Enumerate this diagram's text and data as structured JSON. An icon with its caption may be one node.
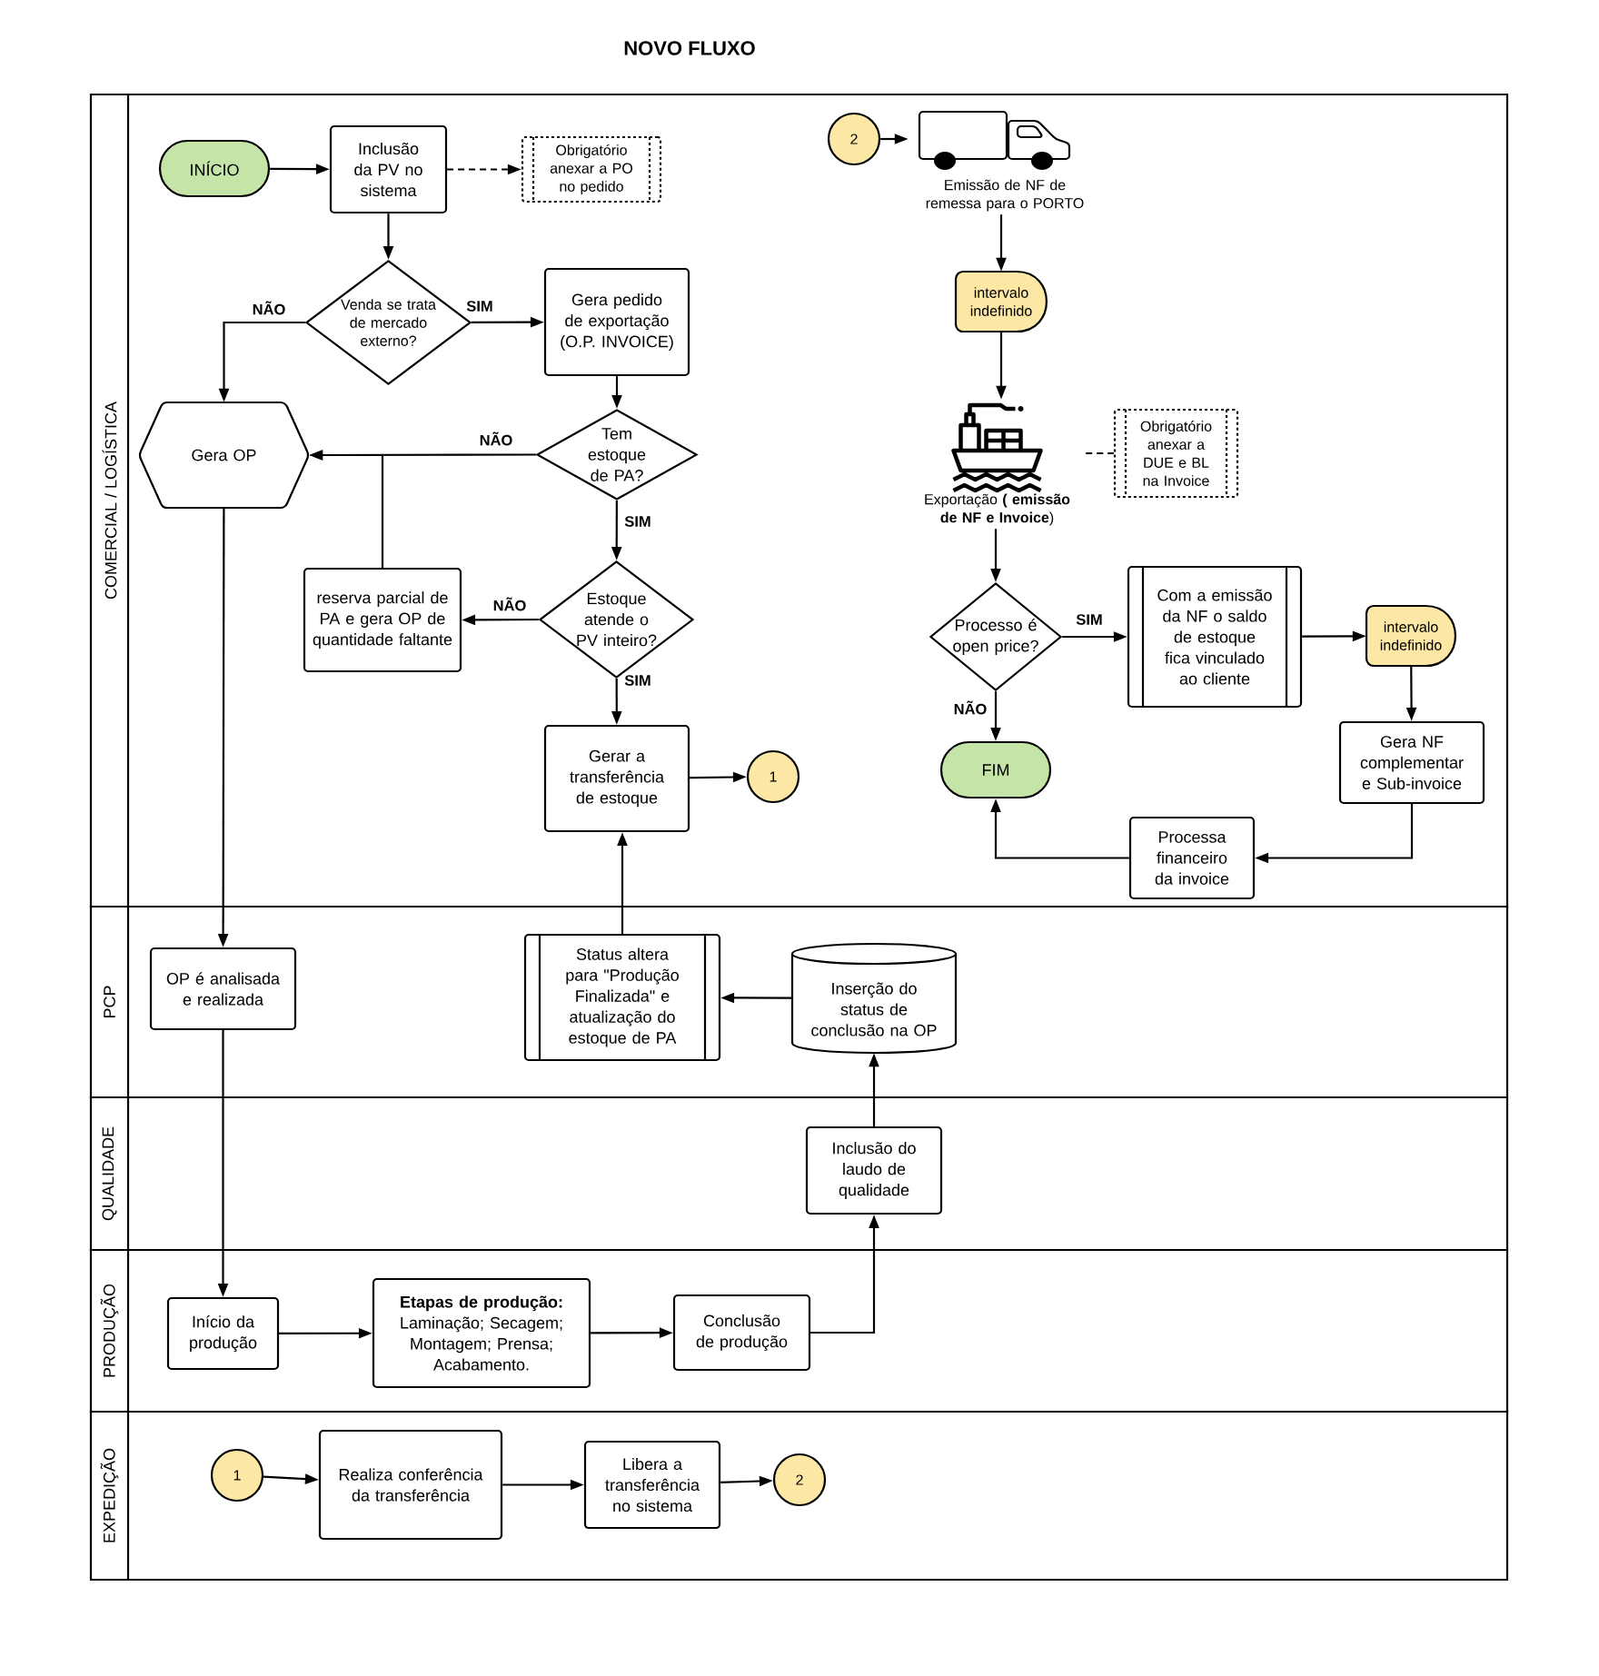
{
  "diagram": {
    "title": "NOVO FLUXO",
    "nodes": [
      {
        "text": [
          "COMERCIAL / LOGÍSTICA"
        ]
      },
      {
        "text": [
          "INÍCIO"
        ],
        "in": 0
      },
      {
        "text": [
          "Inclusão da PV no sistema"
        ],
        "in": 0
      },
      {
        "text": [
          "Obrigatório anexar a PO no pedido"
        ],
        "in": 0
      },
      {
        "text": [
          "Venda se trata de mercado externo?"
        ],
        "in": 0
      },
      {
        "text": [
          "Gera pedido de exportação (O.P. INVOICE)"
        ],
        "in": 0
      },
      {
        "text": [
          "Gera OP"
        ],
        "in": 0
      },
      {
        "text": [
          "Tem estoque de PA?"
        ],
        "in": 0
      },
      {
        "text": [
          "reserva parcial de PA e gera OP de quantidade faltante"
        ],
        "in": 0
      },
      {
        "text": [
          "Estoque atende o PV inteiro?"
        ],
        "in": 0
      },
      {
        "text": [
          "Gerar a transferência de estoque"
        ],
        "in": 0
      },
      {
        "text": [
          "1"
        ],
        "in": 0
      },
      {
        "text": [
          "2"
        ],
        "in": 0
      },
      {
        "text": [
          "Emissão de NF de remessa para o PORTO"
        ],
        "in": 0
      },
      {
        "text": [
          "intervalo indefinido"
        ],
        "in": 0
      },
      {
        "text": [
          "Exportação **( emissão de NF e Invoice**)"
        ],
        "in": 0
      },
      {
        "text": [
          "Obrigatório anexar a DUE e BL na Invoice"
        ],
        "in": 0
      },
      {
        "text": [
          "Processo é open price?"
        ],
        "in": 0
      },
      {
        "text": [
          "Com a emissão da NF o saldo de estoque fica vinculado ao cliente"
        ],
        "in": 0
      },
      {
        "text": [
          "intervalo indefinido"
        ],
        "in": 0
      },
      {
        "text": [
          "FIM"
        ],
        "in": 0
      },
      {
        "text": [
          "Gera NF complementar e Sub-invoice"
        ],
        "in": 0
      },
      {
        "text": [
          "Processa financeiro da invoice"
        ],
        "in": 0
      },
      {
        "text": [
          "PCP"
        ]
      },
      {
        "text": [
          "OP é analisada e realizada"
        ],
        "in": 23
      },
      {
        "text": [
          "Status altera para \"Produção Finalizada\" e atualização do estoque de PA"
        ],
        "in": 23
      },
      {
        "text": [
          "Inserção do status de conclusão na OP"
        ],
        "in": 23
      },
      {
        "text": [
          "QUALIDADE"
        ]
      },
      {
        "text": [
          "Inclusão do laudo de qualidade"
        ],
        "in": 27
      },
      {
        "text": [
          "PRODUÇÃO"
        ]
      },
      {
        "text": [
          "Início da produção"
        ],
        "in": 29
      },
      {
        "text": [
          "Etapas de produção:",
          "Laminação; Secagem; Montagem; Prensa; Acabamento."
        ],
        "in": 29
      },
      {
        "text": [
          "Conclusão de produção"
        ],
        "in": 29
      },
      {
        "text": [
          "EXPEDIÇÃO"
        ]
      },
      {
        "text": [
          "1"
        ],
        "in": 33
      },
      {
        "text": [
          "Realiza conferência da transferência"
        ],
        "in": 33
      },
      {
        "text": [
          "Libera a transferência no sistema"
        ],
        "in": 33
      },
      {
        "text": [
          "2"
        ],
        "in": 33
      }
    ],
    "edges": [
      {
        "from": 1,
        "to": 2,
        "arrow": "to"
      },
      {
        "from": 2,
        "to": 3,
        "arrow": "to",
        "style": "dashed"
      },
      {
        "from": 2,
        "to": 4,
        "arrow": "to"
      },
      {
        "from": 4,
        "to": 5,
        "arrow": "to",
        "label": "SIM"
      },
      {
        "from": 4,
        "to": 6,
        "arrow": "to",
        "label": "NÃO"
      },
      {
        "from": 5,
        "to": 7,
        "arrow": "to"
      },
      {
        "from": 7,
        "to": 6,
        "arrow": "to",
        "label": "NÃO"
      },
      {
        "from": 7,
        "to": 9,
        "arrow": "to",
        "label": "SIM"
      },
      {
        "from": 9,
        "to": 8,
        "arrow": "to",
        "label": "NÃO"
      },
      {
        "from": 8,
        "to": 6,
        "arrow": "to"
      },
      {
        "from": 9,
        "to": 10,
        "arrow": "to",
        "label": "SIM"
      },
      {
        "from": 10,
        "to": 11,
        "arrow": "to"
      },
      {
        "from": 6,
        "to": 24,
        "arrow": "to"
      },
      {
        "from": 24,
        "to": 30,
        "arrow": "to"
      },
      {
        "from": 30,
        "to": 31,
        "arrow": "to"
      },
      {
        "from": 31,
        "to": 32,
        "arrow": "to"
      },
      {
        "from": 32,
        "to": 28,
        "arrow": "to"
      },
      {
        "from": 28,
        "to": 26,
        "arrow": "to"
      },
      {
        "from": 26,
        "to": 25,
        "arrow": "to"
      },
      {
        "from": 25,
        "to": 10,
        "arrow": "to"
      },
      {
        "from": 34,
        "to": 35,
        "arrow": "to"
      },
      {
        "from": 35,
        "to": 36,
        "arrow": "to"
      },
      {
        "from": 36,
        "to": 37,
        "arrow": "to"
      },
      {
        "from": 12,
        "to": 13,
        "arrow": "to"
      },
      {
        "from": 13,
        "to": 14,
        "arrow": "to"
      },
      {
        "from": 14,
        "to": 15,
        "arrow": "to"
      },
      {
        "from": 15,
        "to": 16,
        "arrow": "none",
        "style": "dashed"
      },
      {
        "from": 15,
        "to": 17,
        "arrow": "to"
      },
      {
        "from": 17,
        "to": 18,
        "arrow": "to",
        "label": "SIM"
      },
      {
        "from": 17,
        "to": 20,
        "arrow": "to",
        "label": "NÃO"
      },
      {
        "from": 18,
        "to": 19,
        "arrow": "to"
      },
      {
        "from": 19,
        "to": 21,
        "arrow": "to"
      },
      {
        "from": 21,
        "to": 22,
        "arrow": "to"
      },
      {
        "from": 22,
        "to": 20,
        "arrow": "to"
      }
    ]
  }
}
